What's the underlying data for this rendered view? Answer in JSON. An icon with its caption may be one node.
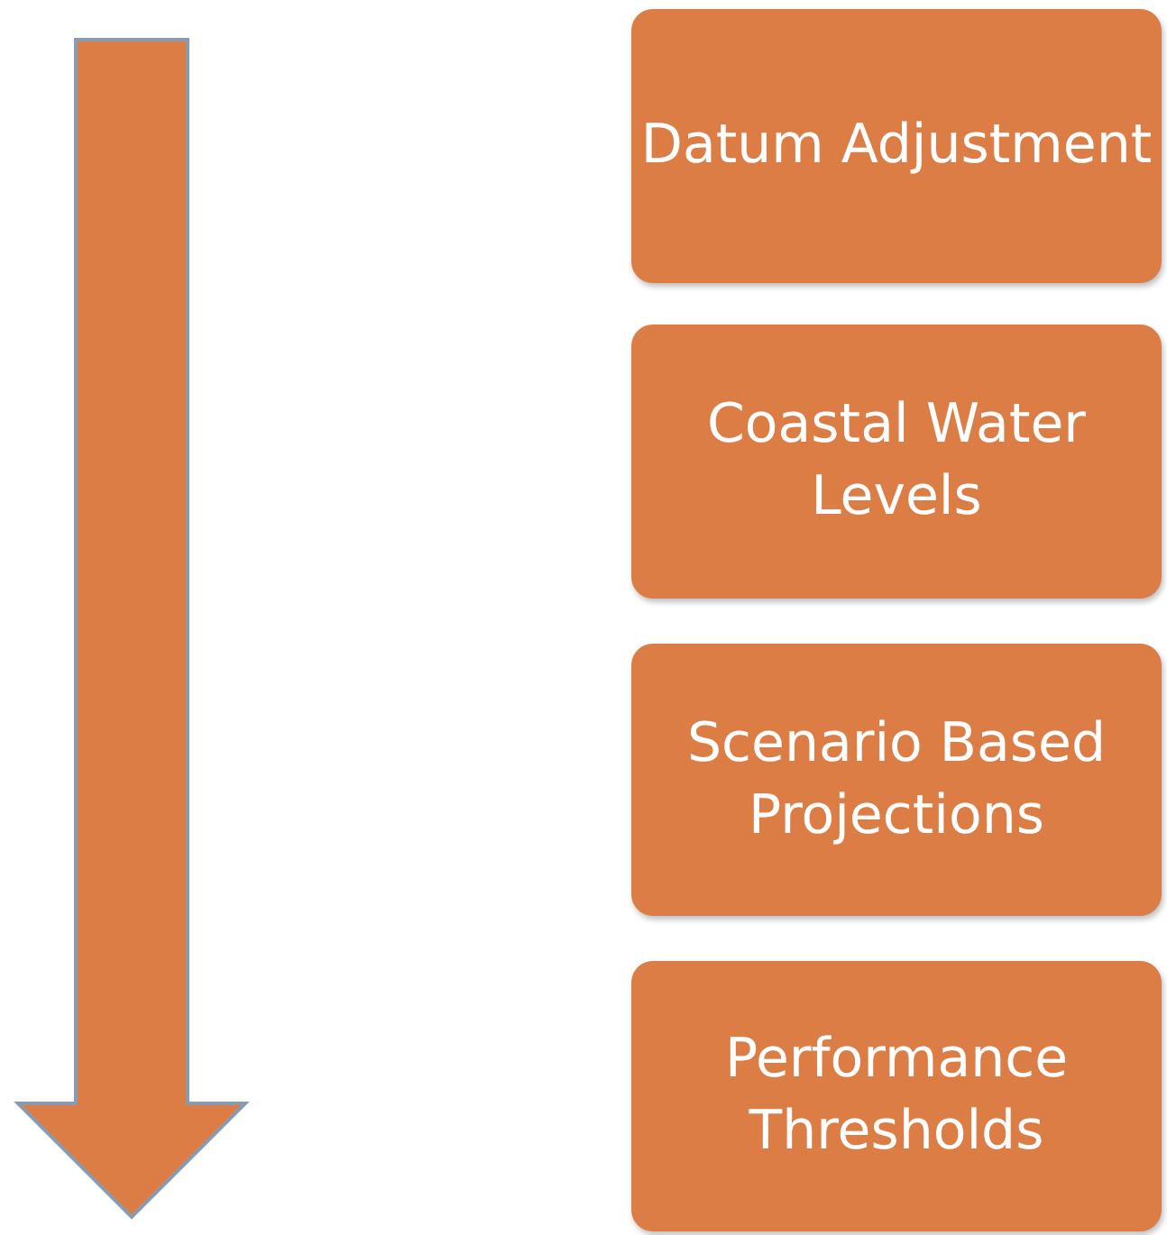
{
  "diagram": {
    "nodes": [
      {
        "text": [
          "Datum Adjustment"
        ]
      },
      {
        "text": [
          "Coastal Water Levels"
        ]
      },
      {
        "text": [
          "Scenario Based Projections"
        ]
      },
      {
        "text": [
          "Performance Thresholds"
        ]
      }
    ]
  }
}
